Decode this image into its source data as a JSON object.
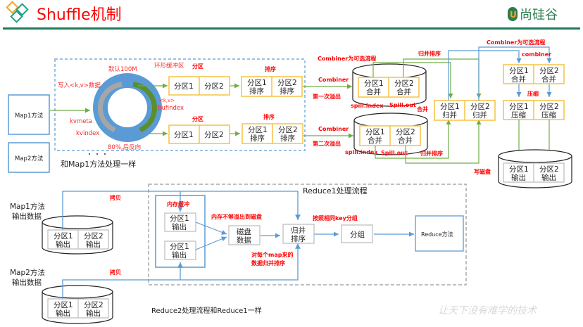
{
  "header": {
    "title": "Shuffle机制",
    "brand": "尚硅谷",
    "brand_mark": "U",
    "slogan": "让天下没有难学的技术",
    "colors": {
      "title": "#ff0000",
      "rule": "#1f7a5a",
      "brand": "#2e7d4f",
      "brand_accent": "#f5a623",
      "logo_orange": "#f5a623",
      "logo_teal": "#1aa385"
    }
  },
  "map_phase": {
    "map1": "Map1方法",
    "map2": "Map2方法",
    "map2_note": "和Map1方法处理一样",
    "ring_buffer": {
      "label": "环形缓冲区",
      "default_size": "默认100M",
      "write": "写入<k,v>数据",
      "kvmeta": "kvmeta",
      "kvindex": "kvindex",
      "kv": "<k,v>",
      "bufindex": "bufindex",
      "threshold": "80%,后反向"
    },
    "partition_label": "分区",
    "sort_label": "排序",
    "rows": [
      {
        "partitions": [
          "分区1",
          "分区2"
        ],
        "sorted": [
          [
            "分区1",
            "排序"
          ],
          [
            "分区2",
            "排序"
          ]
        ]
      },
      {
        "partitions": [
          "分区1",
          "分区2"
        ],
        "sorted": [
          [
            "分区1",
            "排序"
          ],
          [
            "分区2",
            "排序"
          ]
        ]
      }
    ],
    "spills": [
      {
        "combiner": "Combiner",
        "spill": "第一次溢出",
        "index": "spill.index",
        "out": "Spill.out",
        "cells": [
          [
            "分区1",
            "合并"
          ],
          [
            "分区2",
            "合并"
          ]
        ]
      },
      {
        "combiner": "Combiner",
        "spill": "第二次溢出",
        "index": "spill.index",
        "out": "Spill.out",
        "cells": [
          [
            "分区1",
            "合并"
          ],
          [
            "分区2",
            "合并"
          ]
        ]
      }
    ],
    "combiner_optional": "Combiner为可选流程",
    "merge_label": "合并",
    "merge_sort_top": "归并排序",
    "merge_sort_bottom": "归并排序",
    "merged": [
      [
        "分区1",
        "归并"
      ],
      [
        "分区2",
        "归并"
      ]
    ],
    "combiner_optional_2": "Combiner为可选流程",
    "combiner_lower": "combiner",
    "combined": [
      [
        "分区1",
        "合并"
      ],
      [
        "分区2",
        "合并"
      ]
    ],
    "compress_label": "压缩",
    "compressed": [
      [
        "分区1",
        "压缩"
      ],
      [
        "分区2",
        "压缩"
      ]
    ],
    "write_disk": "写磁盘",
    "output": [
      [
        "分区1",
        "输出"
      ],
      [
        "分区2",
        "输出"
      ]
    ]
  },
  "reduce_phase": {
    "title": "Reduce1处理流程",
    "map1_out": [
      "Map1方法",
      "输出数据"
    ],
    "map2_out": [
      "Map2方法",
      "输出数据"
    ],
    "map_cells": [
      [
        "分区1",
        "输出"
      ],
      [
        "分区2",
        "输出"
      ]
    ],
    "copy_1": "拷贝",
    "copy_2": "拷贝",
    "memory_buffer": "内存缓冲",
    "buffer_cells": [
      [
        "分区1",
        "输出"
      ],
      [
        "分区1",
        "输出"
      ]
    ],
    "spill_to_disk": "内存不够溢出到磁盘",
    "disk_data": [
      "磁盘",
      "数据"
    ],
    "merge_sort": [
      "归并",
      "排序"
    ],
    "merge_note": [
      "对每个map来的",
      "数据归并排序"
    ],
    "group_by_key": "按照相同key分组",
    "group": "分组",
    "reduce_method": "Reduce方法",
    "reduce2_note": "Reduce2处理流程和Reduce1一样"
  }
}
